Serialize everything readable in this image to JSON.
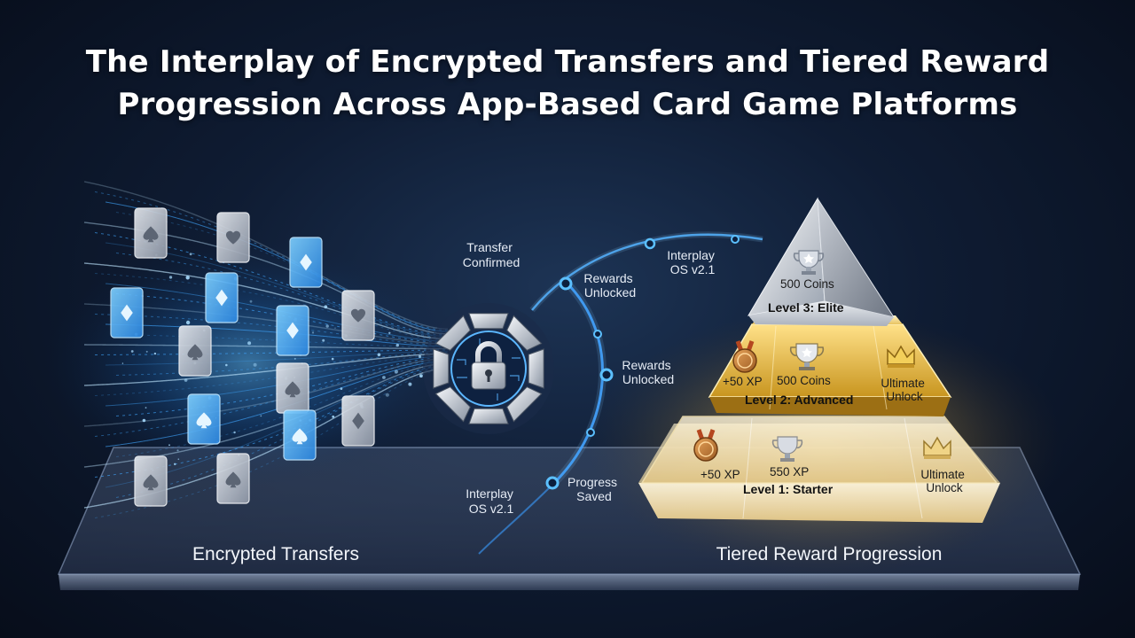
{
  "title": {
    "line1": "The Interplay of Encrypted Transfers and Tiered Reward",
    "line2": "Progression Across App-Based Card Game Platforms"
  },
  "sections": {
    "left": "Encrypted Transfers",
    "right": "Tiered Reward Progression"
  },
  "flow_labels": {
    "transfer_confirmed": [
      "Transfer",
      "Confirmed"
    ],
    "rewards_unlocked_1": [
      "Rewards",
      "Unlocked"
    ],
    "interplay_os_top": [
      "Interplay",
      "OS v2.1"
    ],
    "rewards_unlocked_2": [
      "Rewards",
      "Unlocked"
    ],
    "progress_saved": [
      "Progress",
      "Saved"
    ],
    "interplay_os_bottom": [
      "Interplay",
      "OS v2.1"
    ]
  },
  "tiers": {
    "level3": {
      "name": "Level 3: Elite",
      "reward": "500 Coins"
    },
    "level2": {
      "name": "Level 2: Advanced",
      "xp": "+50 XP",
      "coins": "500 Coins",
      "unlock": [
        "Ultimate",
        "Unlock"
      ]
    },
    "level1": {
      "name": "Level 1: Starter",
      "xp": "+50 XP",
      "xp2": "550 XP",
      "unlock": [
        "Ultimate",
        "Unlock"
      ]
    }
  },
  "icons": {
    "lock": "padlock-icon",
    "cards": [
      "spade-icon",
      "heart-icon",
      "diamond-icon"
    ],
    "trophy": "trophy-icon",
    "medal": "medal-icon",
    "crown": "crown-icon"
  },
  "colors": {
    "accent_blue": "#3aa8ff",
    "gold": "#e2b93b",
    "silver": "#c9ced6"
  }
}
